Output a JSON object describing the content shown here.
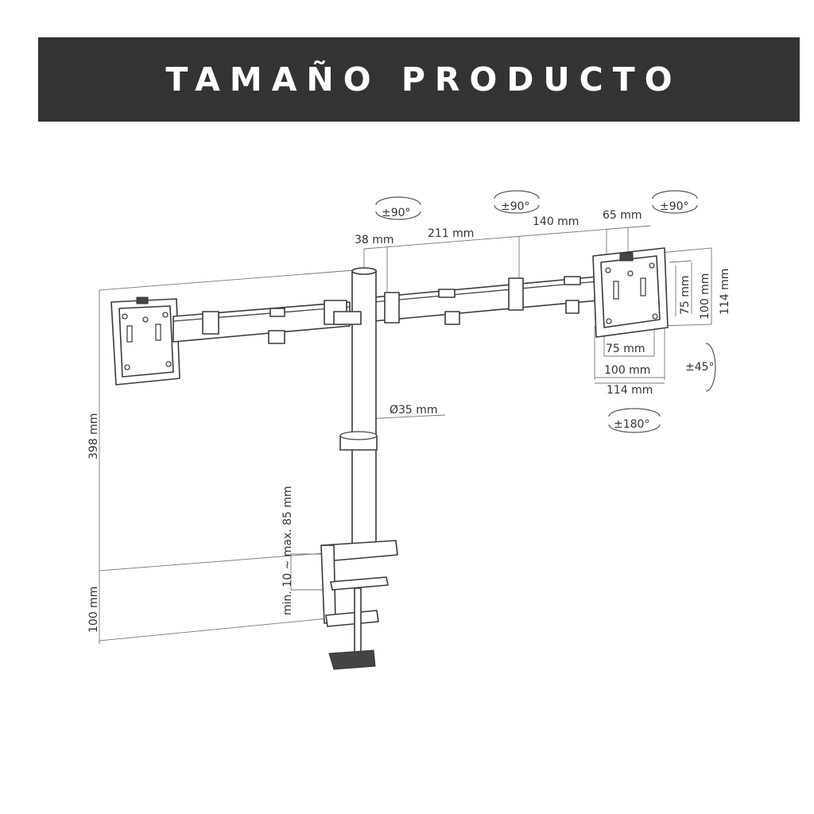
{
  "header": {
    "title": "TAMAÑO PRODUCTO"
  },
  "colors": {
    "banner_background": "#333333",
    "banner_text": "#ffffff",
    "line_art": "#444444"
  },
  "dimensions": {
    "arm_segment_1": "38 mm",
    "arm_segment_2": "211 mm",
    "arm_segment_3": "140 mm",
    "arm_segment_4": "65 mm",
    "pole_diameter": "Ø35 mm",
    "total_height": "398 mm",
    "clamp_height": "100 mm",
    "desk_thickness": "min. 10 ~ max. 85 mm",
    "vesa_horizontal": [
      "75 mm",
      "100 mm",
      "114 mm"
    ],
    "vesa_vertical": [
      "75 mm",
      "100 mm",
      "114 mm"
    ]
  },
  "rotations": {
    "joint_1": "±90°",
    "joint_2": "±90°",
    "joint_3": "±90°",
    "tilt": "±45°",
    "rotate": "±180°"
  }
}
